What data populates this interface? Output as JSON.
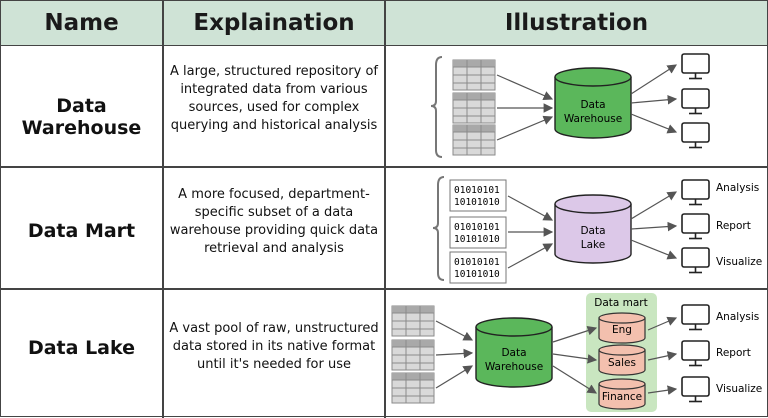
{
  "header": {
    "name": "Name",
    "explanation": "Explaination",
    "illustration": "Illustration"
  },
  "rows": [
    {
      "name": "Data Warehouse",
      "explanation": "A large, structured repository of integrated data from various sources, used for complex querying and historical analysis",
      "store_line1": "Data",
      "store_line2": "Warehouse"
    },
    {
      "name": "Data Mart",
      "explanation": "A more focused, department-specific subset of a data warehouse providing quick data retrieval and analysis",
      "store_line1": "Data",
      "store_line2": "Lake",
      "binary_line1": "01010101",
      "binary_line2": "10101010",
      "outputs": [
        "Analysis",
        "Report",
        "Visualize"
      ]
    },
    {
      "name": "Data Lake",
      "explanation": "A vast pool of raw, unstructured data stored in its native format until it's needed for use",
      "store_line1": "Data",
      "store_line2": "Warehouse",
      "mart_title": "Data mart",
      "marts": [
        "Eng",
        "Sales",
        "Finance"
      ],
      "outputs": [
        "Analysis",
        "Report",
        "Visualize"
      ]
    }
  ],
  "colors": {
    "header_bg": "#cfe3d6",
    "warehouse_green": "#5bb75b",
    "lake_purple": "#dcc8e8",
    "mart_bg": "#c9e6c0",
    "mart_cylinder": "#f3c0ae"
  },
  "icons": [
    "table-icon",
    "monitor-icon",
    "arrow-icon",
    "brace-icon",
    "cylinder-icon"
  ]
}
